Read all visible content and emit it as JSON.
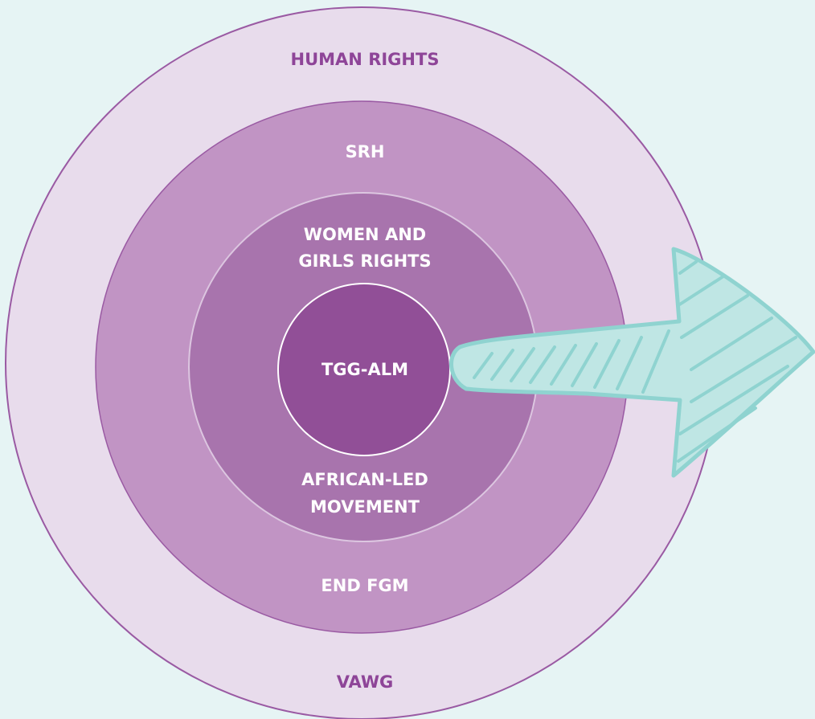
{
  "diagram": {
    "rings": {
      "outer_top": "HUMAN RIGHTS",
      "outer_bottom": "VAWG",
      "second_top": "SRH",
      "second_bottom": "END FGM",
      "third_top_line1": "WOMEN AND",
      "third_top_line2": "GIRLS RIGHTS",
      "third_bottom_line1": "AFRICAN-LED",
      "third_bottom_line2": "MOVEMENT",
      "core": "TGG-ALM"
    },
    "colors": {
      "background": "#e6f4f4",
      "ring_outer": "#e8dcec",
      "ring_second": "#c194c4",
      "ring_third": "#a874ad",
      "core": "#914f97",
      "stroke": "#9a5aa3",
      "label_dark": "#8e4598",
      "arrow": "#8fd3d0"
    }
  }
}
